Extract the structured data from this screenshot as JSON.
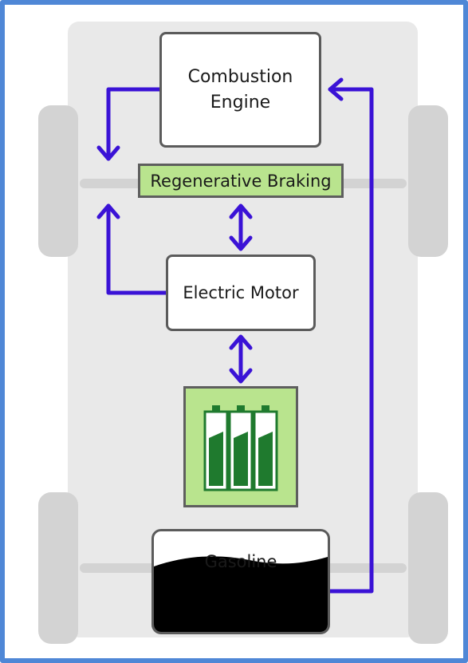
{
  "diagram": {
    "engine_lines": [
      "Combustion",
      "Engine"
    ],
    "regen_label": "Regenerative Braking",
    "motor_label": "Electric Motor",
    "battery_icon": "battery-cells-icon",
    "tank_label": "Gasoline"
  },
  "colors": {
    "frame": "#4f87d6",
    "chassis": "#e9e9e9",
    "flow": "#3a12d6",
    "regen_fill": "#b9e48e",
    "battery_cell": "#1f7a2e",
    "fuel": "#000000"
  }
}
